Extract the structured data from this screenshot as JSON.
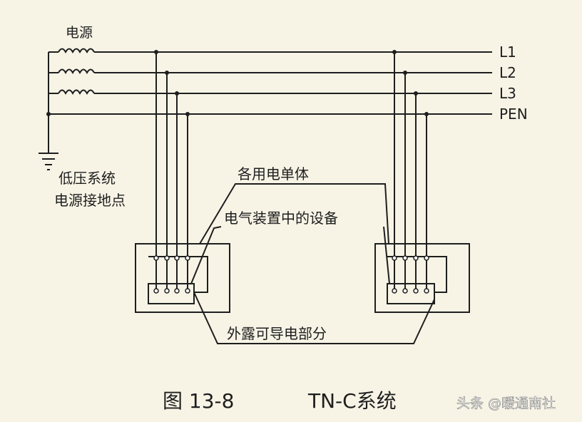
{
  "labels": {
    "source": "电源",
    "ground_point_line1": "低压系统",
    "ground_point_line2": "电源接地点",
    "single_device": "各用电单体",
    "installation_equipment": "电气装置中的设备",
    "exposed_conductive_part": "外露可导电部分"
  },
  "lines": [
    {
      "id": "l1",
      "label": "L1"
    },
    {
      "id": "l2",
      "label": "L2"
    },
    {
      "id": "l3",
      "label": "L3"
    },
    {
      "id": "pen",
      "label": "PEN"
    }
  ],
  "caption": {
    "figure_number": "图 13-8",
    "title": "TN-C系统"
  },
  "watermark": "头条 @暖通南社",
  "colors": {
    "background": "#f7f4e6",
    "wire": "#1e1e1e"
  }
}
